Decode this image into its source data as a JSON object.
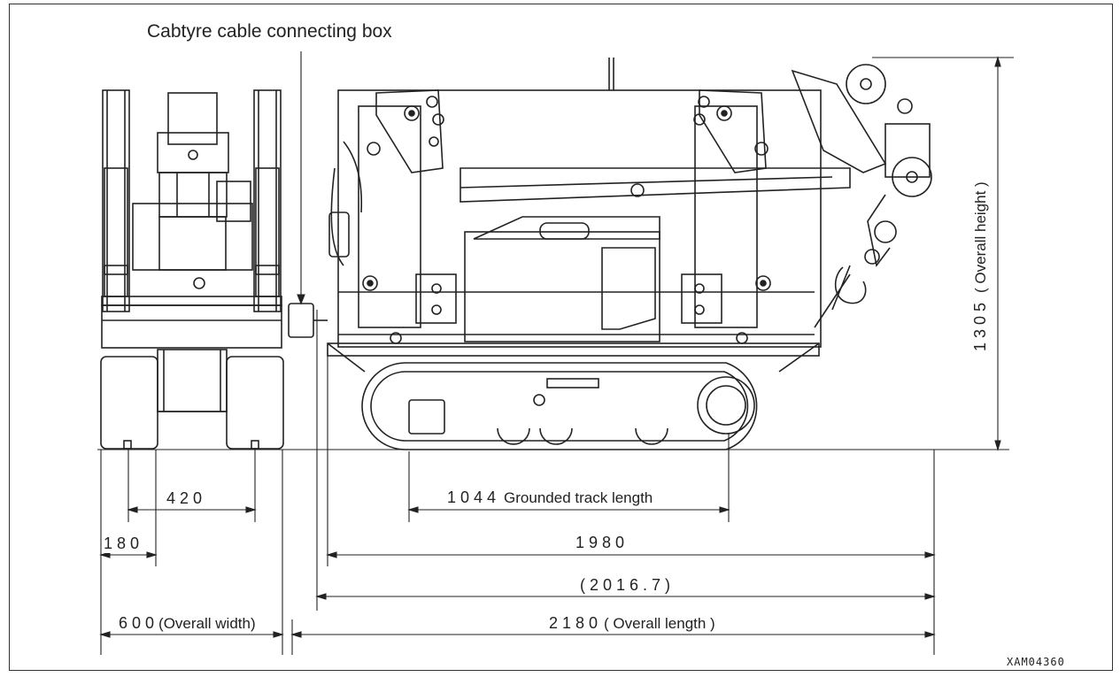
{
  "figure_code": "XAM04360",
  "callout": {
    "cable_box": "Cabtyre cable connecting box"
  },
  "dimensions": {
    "d420": "420",
    "d180": "180",
    "d600": "600",
    "overall_width": "(Overall width)",
    "d1044": "1044",
    "grounded_track_length": "Grounded track length",
    "d1980": "1980",
    "d2016": "(2016.7)",
    "d2180": "2180",
    "overall_length": "( Overall length )",
    "d1305": "1305",
    "overall_height": "( Overall height )"
  }
}
